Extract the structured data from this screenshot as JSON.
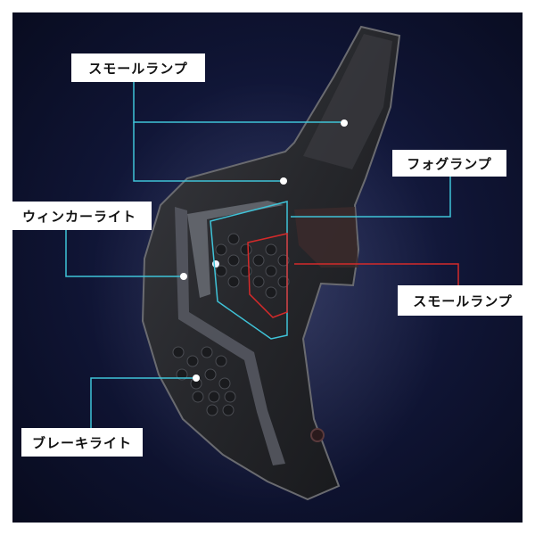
{
  "labels": {
    "small_lamp_top": "スモールランプ",
    "fog_lamp": "フォグランプ",
    "winker_light": "ウィンカーライト",
    "small_lamp_right": "スモールランプ",
    "brake_light": "ブレーキライト"
  },
  "colors": {
    "background": "#0f1433",
    "callout_cyan": "#3fc3d8",
    "callout_red": "#d42a2a",
    "lamp_body": "#2a2a2c"
  }
}
